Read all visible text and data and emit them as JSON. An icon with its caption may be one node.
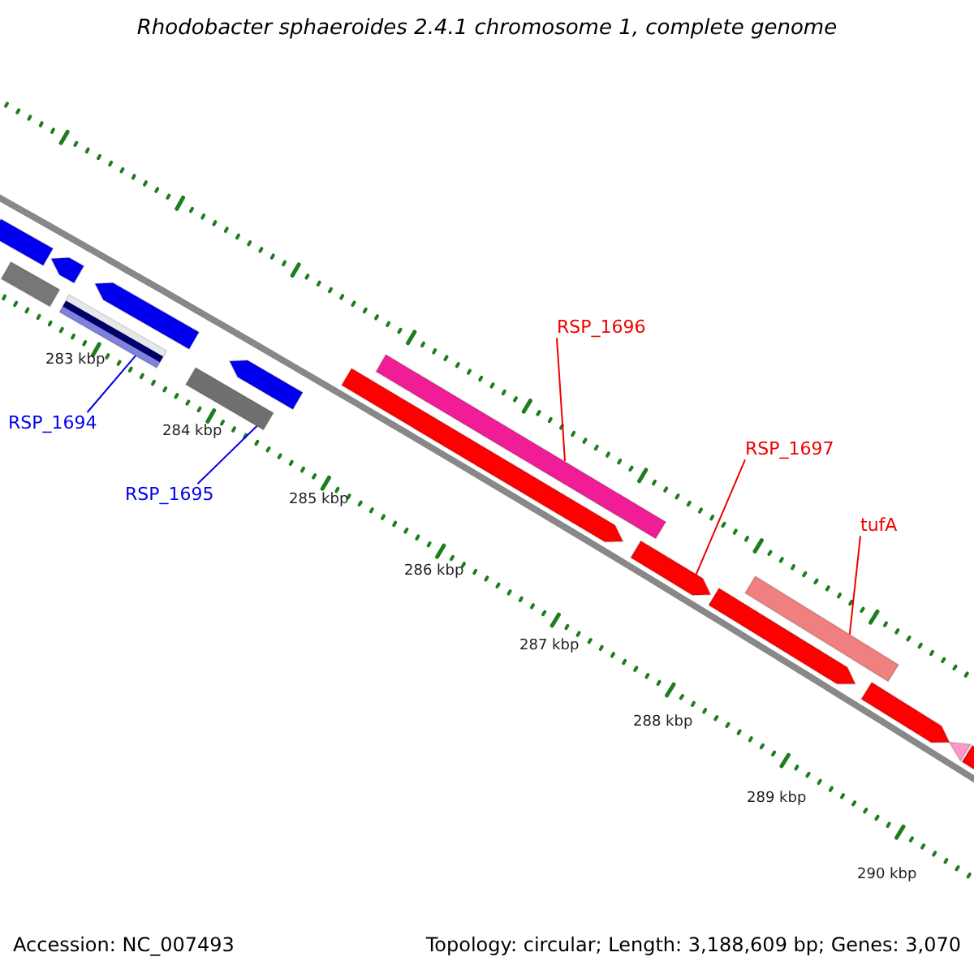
{
  "diagram": {
    "title": "Rhodobacter sphaeroides 2.4.1 chromosome 1, complete genome",
    "nodes": [
      {
        "text": [],
        "shape": "bar"
      },
      {
        "text": [],
        "shape": "bar"
      },
      {
        "text": [],
        "shape": "arrow"
      },
      {
        "text": [
          "RSP_1694"
        ]
      },
      {
        "text": [],
        "shape": "bar"
      },
      {
        "text": [],
        "shape": "arrow"
      },
      {
        "text": [
          "RSP_1695"
        ]
      },
      {
        "text": [],
        "shape": "bar"
      },
      {
        "text": [],
        "shape": "arrow"
      },
      {
        "text": [],
        "shape": "arrow"
      },
      {
        "text": [
          "RSP_1696"
        ]
      },
      {
        "text": [],
        "shape": "bar"
      },
      {
        "text": [
          "RSP_1697"
        ]
      },
      {
        "text": [],
        "shape": "arrow"
      },
      {
        "text": [],
        "shape": "arrow"
      },
      {
        "text": [
          "tufA"
        ]
      },
      {
        "text": [],
        "shape": "bar"
      },
      {
        "text": [],
        "shape": "arrow"
      },
      {
        "text": [],
        "shape": "triangle"
      },
      {
        "text": [],
        "shape": "arrow"
      }
    ],
    "edges": [
      {
        "from": 3,
        "to": 4,
        "arrow": "none",
        "color": "#0000ee"
      },
      {
        "from": 6,
        "to": 7,
        "arrow": "none",
        "color": "#0000ee"
      },
      {
        "from": 10,
        "to": 11,
        "arrow": "none"
      },
      {
        "from": 12,
        "to": 13,
        "arrow": "none"
      },
      {
        "from": 15,
        "to": 16,
        "arrow": "none"
      }
    ],
    "labels": [
      "283 kbp",
      "284 kbp",
      "285 kbp",
      "286 kbp",
      "287 kbp",
      "288 kbp",
      "289 kbp",
      "290 kbp",
      "Accession: NC_007493",
      "Topology: circular; Length: 3,188,609 bp; Genes: 3,070"
    ]
  }
}
